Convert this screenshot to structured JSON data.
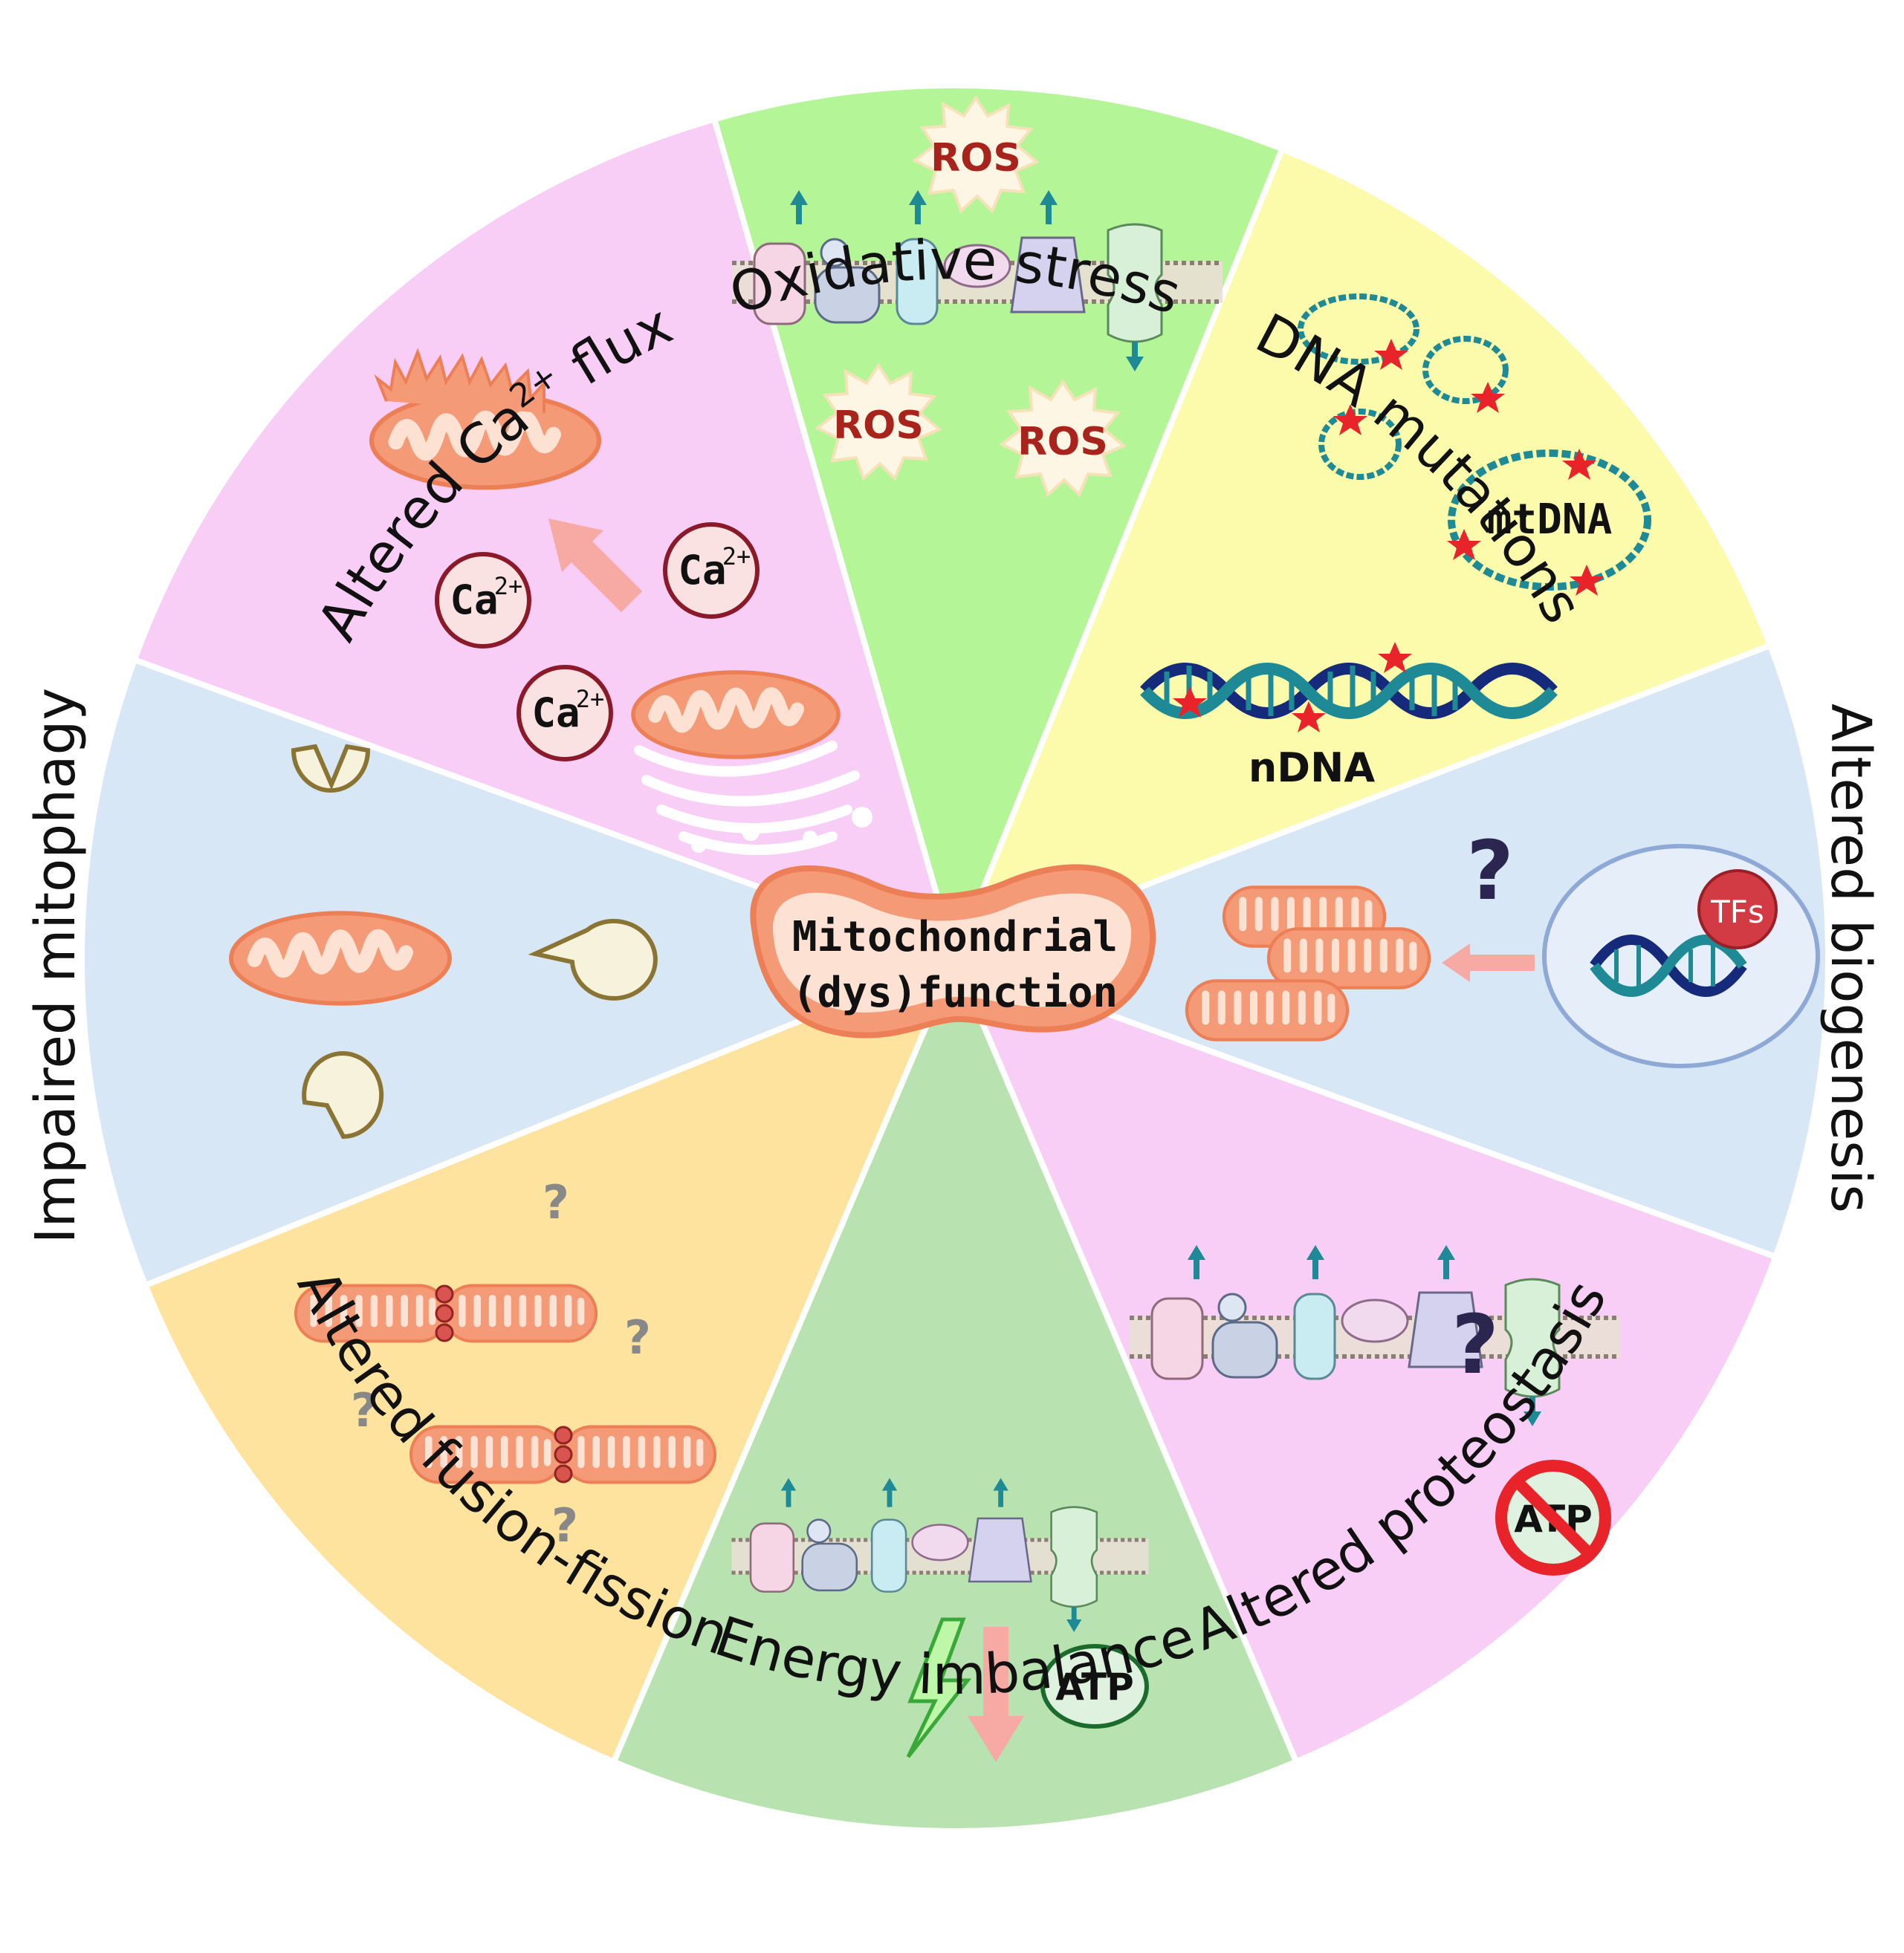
{
  "center": {
    "line1": "Mitochondrial",
    "line2": "(dys)function"
  },
  "segments": {
    "oxidative": {
      "label": "Oxidative stress",
      "ros1": "ROS",
      "ros2": "ROS",
      "ros3": "ROS",
      "color": "#b4f598"
    },
    "dna": {
      "label": "DNA mutations",
      "mtdna": "mtDNA",
      "ndna": "nDNA",
      "color": "#fbfbab"
    },
    "biogenesis": {
      "label": "Altered biogenesis",
      "question": "?",
      "tfs": "TFs",
      "color": "#d8e7f5"
    },
    "proteostasis": {
      "label": "Altered proteostasis",
      "question": "?",
      "atp": "ATP",
      "color": "#f8cdf6"
    },
    "energy": {
      "label": "Energy imbalance",
      "atp": "ATP",
      "color": "#b8e3b0"
    },
    "fusion": {
      "label": "Altered fusion-fission",
      "q1": "?",
      "q2": "?",
      "q3": "?",
      "q4": "?",
      "color": "#fde39d"
    },
    "mitophagy": {
      "label": "Impaired mitophagy",
      "color": "#d8e7f5"
    },
    "calcium": {
      "label_prefix": "Altered Ca",
      "label_sup": "2+",
      "label_suffix": " flux",
      "ion": "Ca",
      "ion_sup": "2+",
      "color": "#f8cdf6"
    }
  },
  "colors": {
    "mito_fill": "#f59a76",
    "mito_inner": "#fde2d4",
    "ros_text": "#a8231c",
    "ca_ring": "#8a1a2a",
    "arrow_pink": "#f7a9a3",
    "atp_green": "#1b6b2c",
    "strand_dark": "#152a7a",
    "strand_teal": "#1d8a96",
    "red_mark": "#e8232a"
  }
}
